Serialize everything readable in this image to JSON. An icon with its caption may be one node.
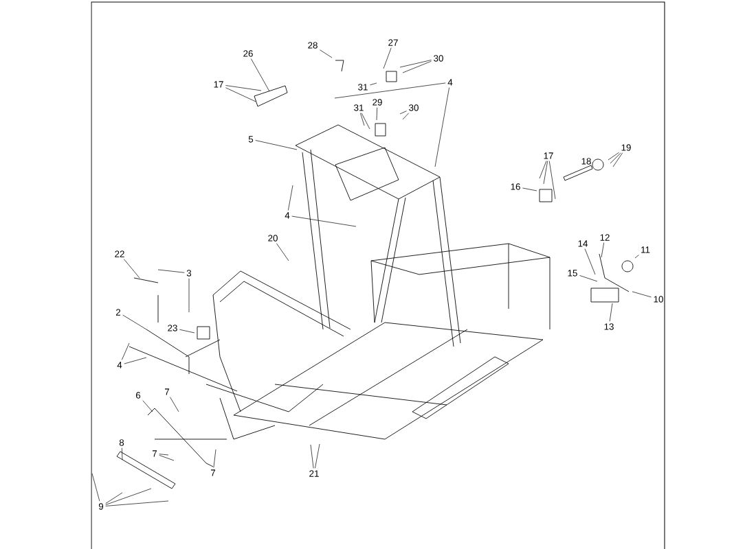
{
  "diagram": {
    "nodes": [
      {
        "text": [
          "26"
        ]
      },
      {
        "text": [
          "28"
        ]
      },
      {
        "text": [
          "27"
        ]
      },
      {
        "text": [
          "30"
        ]
      },
      {
        "text": [
          "17"
        ]
      },
      {
        "text": [
          "31"
        ]
      },
      {
        "text": [
          "4"
        ]
      },
      {
        "text": [
          "29"
        ]
      },
      {
        "text": [
          "31"
        ]
      },
      {
        "text": [
          "30"
        ]
      },
      {
        "text": [
          "5"
        ]
      },
      {
        "text": [
          "19"
        ]
      },
      {
        "text": [
          "17"
        ]
      },
      {
        "text": [
          "16"
        ]
      },
      {
        "text": [
          "4"
        ]
      },
      {
        "text": [
          "12"
        ]
      },
      {
        "text": [
          "20"
        ]
      },
      {
        "text": [
          "14"
        ]
      },
      {
        "text": [
          "11"
        ]
      },
      {
        "text": [
          "22"
        ]
      },
      {
        "text": [
          "3"
        ]
      },
      {
        "text": [
          "15"
        ]
      },
      {
        "text": [
          "10"
        ]
      },
      {
        "text": [
          "2"
        ]
      },
      {
        "text": [
          "13"
        ]
      },
      {
        "text": [
          "23"
        ]
      },
      {
        "text": [
          "4"
        ]
      },
      {
        "text": [
          "7"
        ]
      },
      {
        "text": [
          "6"
        ]
      },
      {
        "text": [
          "8"
        ]
      },
      {
        "text": [
          "7"
        ]
      },
      {
        "text": [
          "7"
        ]
      },
      {
        "text": [
          "21"
        ]
      },
      {
        "text": [
          "9"
        ]
      }
    ],
    "edges": [
      {
        "from": 0,
        "to": null,
        "arrow": "none"
      },
      {
        "from": 1,
        "to": null,
        "arrow": "none"
      },
      {
        "from": 2,
        "to": null,
        "arrow": "none"
      },
      {
        "from": 3,
        "to": null,
        "arrow": "none"
      },
      {
        "from": 3,
        "to": null,
        "arrow": "none"
      },
      {
        "from": 4,
        "to": null,
        "arrow": "none"
      },
      {
        "from": 4,
        "to": null,
        "arrow": "none"
      },
      {
        "from": 5,
        "to": null,
        "arrow": "none"
      },
      {
        "from": 6,
        "to": null,
        "arrow": "none"
      },
      {
        "from": 6,
        "to": null,
        "arrow": "none"
      },
      {
        "from": 7,
        "to": null,
        "arrow": "none"
      },
      {
        "from": 8,
        "to": null,
        "arrow": "none"
      },
      {
        "from": 8,
        "to": null,
        "arrow": "none"
      },
      {
        "from": 9,
        "to": null,
        "arrow": "none"
      },
      {
        "from": 9,
        "to": null,
        "arrow": "none"
      },
      {
        "from": 10,
        "to": null,
        "arrow": "none"
      },
      {
        "from": 11,
        "to": null,
        "arrow": "none"
      },
      {
        "from": 11,
        "to": null,
        "arrow": "none"
      },
      {
        "from": 11,
        "to": null,
        "arrow": "none"
      },
      {
        "from": 12,
        "to": null,
        "arrow": "none"
      },
      {
        "from": 12,
        "to": null,
        "arrow": "none"
      },
      {
        "from": 12,
        "to": null,
        "arrow": "none"
      },
      {
        "from": 13,
        "to": null,
        "arrow": "none"
      },
      {
        "from": 14,
        "to": null,
        "arrow": "none"
      },
      {
        "from": 14,
        "to": null,
        "arrow": "none"
      },
      {
        "from": 15,
        "to": null,
        "arrow": "none"
      },
      {
        "from": 16,
        "to": null,
        "arrow": "none"
      },
      {
        "from": 17,
        "to": null,
        "arrow": "none"
      },
      {
        "from": 18,
        "to": null,
        "arrow": "none"
      },
      {
        "from": 19,
        "to": null,
        "arrow": "none"
      },
      {
        "from": 20,
        "to": null,
        "arrow": "none"
      },
      {
        "from": 20,
        "to": null,
        "arrow": "none"
      },
      {
        "from": 21,
        "to": null,
        "arrow": "none"
      },
      {
        "from": 22,
        "to": null,
        "arrow": "none"
      },
      {
        "from": 23,
        "to": null,
        "arrow": "none"
      },
      {
        "from": 24,
        "to": null,
        "arrow": "none"
      },
      {
        "from": 25,
        "to": null,
        "arrow": "none"
      },
      {
        "from": 26,
        "to": null,
        "arrow": "none"
      },
      {
        "from": 26,
        "to": null,
        "arrow": "none"
      },
      {
        "from": 27,
        "to": null,
        "arrow": "none"
      },
      {
        "from": 28,
        "to": null,
        "arrow": "none"
      },
      {
        "from": 29,
        "to": null,
        "arrow": "none"
      },
      {
        "from": 30,
        "to": null,
        "arrow": "none"
      },
      {
        "from": 30,
        "to": null,
        "arrow": "none"
      },
      {
        "from": 31,
        "to": null,
        "arrow": "none"
      },
      {
        "from": 32,
        "to": null,
        "arrow": "none"
      },
      {
        "from": 32,
        "to": null,
        "arrow": "none"
      },
      {
        "from": 33,
        "to": null,
        "arrow": "none"
      },
      {
        "from": 33,
        "to": null,
        "arrow": "none"
      },
      {
        "from": 33,
        "to": null,
        "arrow": "none"
      },
      {
        "from": 33,
        "to": null,
        "arrow": "none"
      }
    ],
    "labels": [
      "18"
    ]
  }
}
